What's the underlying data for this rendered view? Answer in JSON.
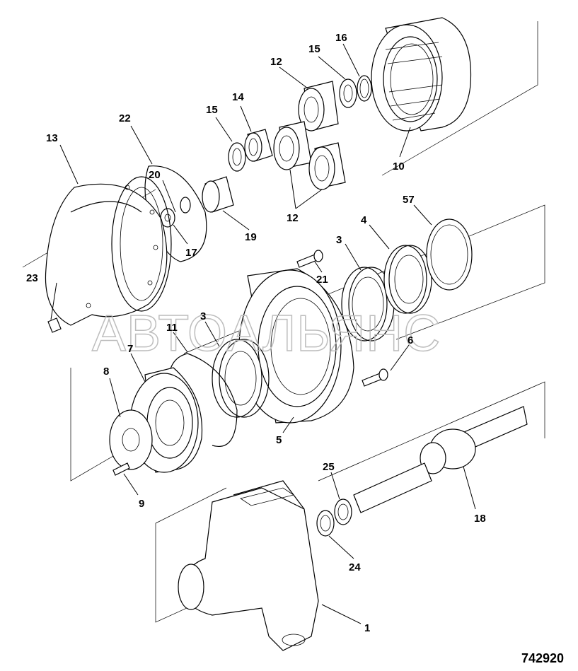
{
  "diagram": {
    "watermark": "АВТОАЛЬЯНС",
    "plate_number": "742920",
    "callouts": [
      {
        "id": "c1",
        "text": "1"
      },
      {
        "id": "c3a",
        "text": "3"
      },
      {
        "id": "c3b",
        "text": "3"
      },
      {
        "id": "c4",
        "text": "4"
      },
      {
        "id": "c5",
        "text": "5"
      },
      {
        "id": "c6",
        "text": "6"
      },
      {
        "id": "c7",
        "text": "7"
      },
      {
        "id": "c8",
        "text": "8"
      },
      {
        "id": "c9",
        "text": "9"
      },
      {
        "id": "c10",
        "text": "10"
      },
      {
        "id": "c11",
        "text": "11"
      },
      {
        "id": "c12a",
        "text": "12"
      },
      {
        "id": "c12b",
        "text": "12"
      },
      {
        "id": "c13",
        "text": "13"
      },
      {
        "id": "c14",
        "text": "14"
      },
      {
        "id": "c15a",
        "text": "15"
      },
      {
        "id": "c15b",
        "text": "15"
      },
      {
        "id": "c16",
        "text": "16"
      },
      {
        "id": "c17",
        "text": "17"
      },
      {
        "id": "c18",
        "text": "18"
      },
      {
        "id": "c19",
        "text": "19"
      },
      {
        "id": "c20",
        "text": "20"
      },
      {
        "id": "c21",
        "text": "21"
      },
      {
        "id": "c22",
        "text": "22"
      },
      {
        "id": "c23",
        "text": "23"
      },
      {
        "id": "c24",
        "text": "24"
      },
      {
        "id": "c25",
        "text": "25"
      },
      {
        "id": "c57",
        "text": "57"
      }
    ]
  }
}
